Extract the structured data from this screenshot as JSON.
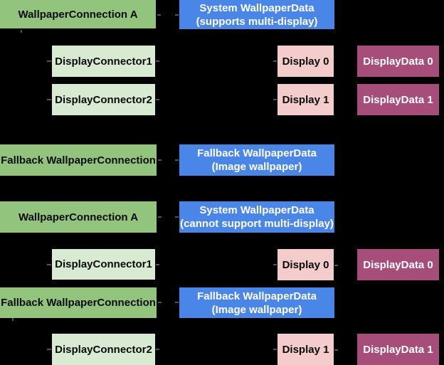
{
  "palette": {
    "background": "#000000",
    "green": "#93c47d",
    "light_green": "#d9ead3",
    "blue": "#4a86e8",
    "pink": "#f4cccc",
    "magenta": "#a64d79",
    "text_dark": "#000000",
    "text_light": "#ffffff"
  },
  "nodes": {
    "wallpaper_connection_a_1": {
      "label": "WallpaperConnection A"
    },
    "system_wallpaper_data_multi": {
      "label": "System WallpaperData",
      "sublabel": "(supports multi-display)"
    },
    "display_connector_1_a": {
      "label": "DisplayConnector1"
    },
    "display_0_a": {
      "label": "Display 0"
    },
    "display_data_0_a": {
      "label": "DisplayData 0"
    },
    "display_connector_2_a": {
      "label": "DisplayConnector2"
    },
    "display_1_a": {
      "label": "Display 1"
    },
    "display_data_1_a": {
      "label": "DisplayData 1"
    },
    "fallback_wallpaper_connection_1": {
      "label": "Fallback WallpaperConnection"
    },
    "fallback_wallpaper_data_1": {
      "label": "Fallback WallpaperData",
      "sublabel": "(Image wallpaper)"
    },
    "wallpaper_connection_a_2": {
      "label": "WallpaperConnection A"
    },
    "system_wallpaper_data_no_multi": {
      "label": "System WallpaperData",
      "sublabel": "(cannot support multi-display)"
    },
    "display_connector_1_b": {
      "label": "DisplayConnector1"
    },
    "display_0_b": {
      "label": "Display 0"
    },
    "display_data_0_b": {
      "label": "DisplayData 0"
    },
    "fallback_wallpaper_connection_2": {
      "label": "Fallback WallpaperConnection"
    },
    "fallback_wallpaper_data_2": {
      "label": "Fallback WallpaperData",
      "sublabel": "(Image wallpaper)"
    },
    "display_connector_2_b": {
      "label": "DisplayConnector2"
    },
    "display_1_b": {
      "label": "Display 1"
    },
    "display_data_1_b": {
      "label": "DisplayData 1"
    }
  }
}
